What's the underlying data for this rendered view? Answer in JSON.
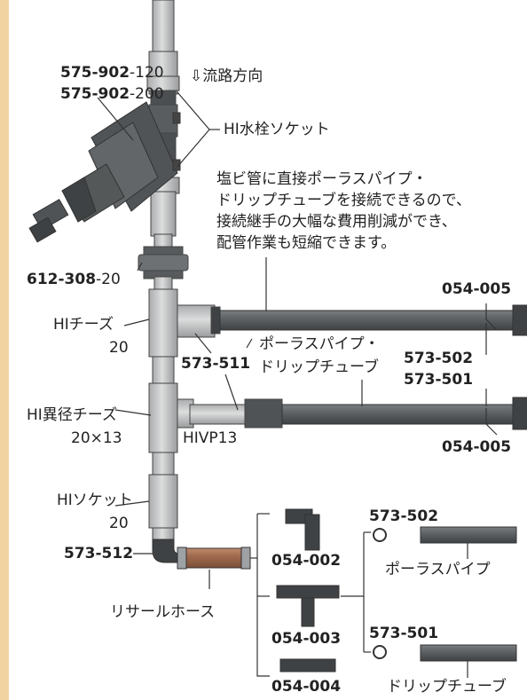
{
  "colors": {
    "side_strip": "#f1d3a1",
    "pipe_light": "#c9cbcc",
    "pipe_dark": "#6c7073",
    "filter_dark": "#57595b",
    "hose": "#a9765a",
    "line": "#333333"
  },
  "labels": {
    "filter_code_1_bold": "575-902",
    "filter_code_1_suffix": "-120",
    "filter_code_2_bold": "575-902",
    "filter_code_2_suffix": "-200",
    "flow_direction": "⇩流路方向",
    "hi_faucet_socket": "HI水栓ソケット",
    "note_line_1": "塩ビ管に直接ポーラスパイプ・",
    "note_line_2": "ドリップチューブを接続できるので、",
    "note_line_3": "接続継手の大幅な費用削減ができ、",
    "note_line_4": "配管作業も短縮できます。",
    "union_code_bold": "612-308",
    "union_code_suffix": "-20",
    "hi_tees": "HIチーズ",
    "hi_tees_size": "20",
    "adapter_573_511": "573-511",
    "porous_pipe_drip_tube_1": "ポーラスパイプ・",
    "porous_pipe_drip_tube_2": "ドリップチューブ",
    "end_cap_top": "054-005",
    "clamp_573_502": "573-502",
    "clamp_573_501": "573-501",
    "end_cap_bottom": "054-005",
    "hi_reducing_tees": "HI異径チーズ",
    "hi_reducing_tees_size": "20×13",
    "hivp13": "HIVP13",
    "hi_socket": "HIソケット",
    "hi_socket_size": "20",
    "elbow_573_512": "573-512",
    "resaal_hose": "リサールホース",
    "part_054_002": "054-002",
    "part_054_003": "054-003",
    "part_054_004": "054-004",
    "clamp_b_573_502": "573-502",
    "porous_pipe": "ポーラスパイプ",
    "clamp_b_573_501": "573-501",
    "drip_tube": "ドリップチューブ"
  }
}
